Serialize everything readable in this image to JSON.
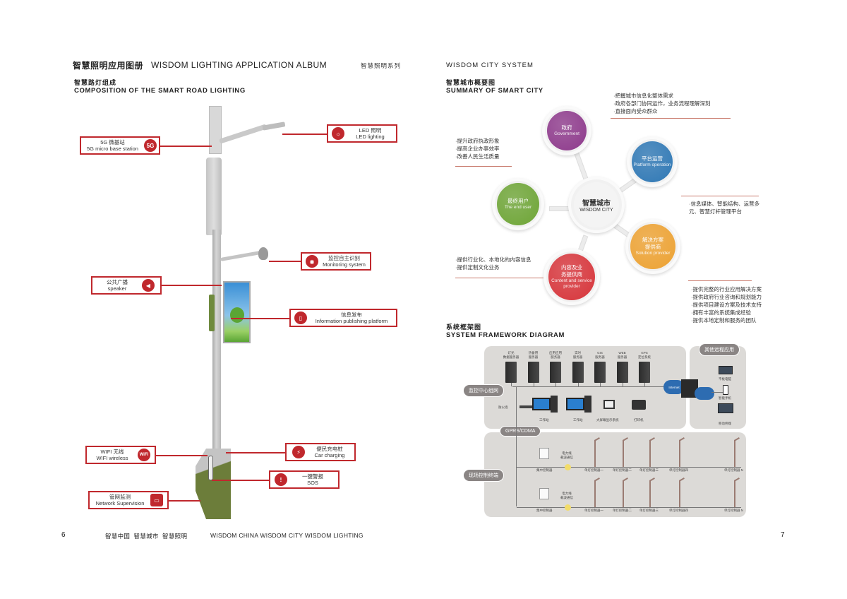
{
  "left_page": {
    "title_cn": "智慧照明应用图册",
    "title_en": "WISDOM LIGHTING APPLICATION ALBUM",
    "series": "智慧照明系列",
    "section_cn": "智慧路灯组成",
    "section_en": "COMPOSITION OF THE SMART ROAD LIGHTING",
    "callouts": [
      {
        "cn": "5G 微基站",
        "en": "5G micro base station",
        "icon": "5g-icon",
        "glyph": "5G"
      },
      {
        "cn": "LED 照明",
        "en": "LED lighting",
        "icon": "led-light-icon",
        "glyph": "☼"
      },
      {
        "cn": "监控自主识别",
        "en": "Monitoring system",
        "icon": "camera-icon",
        "glyph": "◉"
      },
      {
        "cn": "公共广播",
        "en": "speaker",
        "icon": "speaker-icon",
        "glyph": "◀"
      },
      {
        "cn": "信息发布",
        "en": "Information publishing platform",
        "icon": "screen-icon",
        "glyph": "▯"
      },
      {
        "cn": "WIFI 无线",
        "en": "WIFI wireless",
        "icon": "wifi-icon",
        "glyph": "WiFi"
      },
      {
        "cn": "便民充电桩",
        "en": "Car charging",
        "icon": "car-charging-icon",
        "glyph": "⚡"
      },
      {
        "cn": "一键警报",
        "en": "SOS",
        "icon": "alarm-icon",
        "glyph": "!"
      },
      {
        "cn": "管网监测",
        "en": "Network Supervision",
        "icon": "monitor-icon",
        "glyph": "▭"
      }
    ],
    "page_number": "6",
    "footer_cn": "智慧中国  智慧城市  智慧照明",
    "footer_en": "WISDOM CHINA WISDOM CITY WISDOM LIGHTING"
  },
  "right_page": {
    "title_en": "WISDOM CITY SYSTEM",
    "summary_cn": "智慧城市概要图",
    "summary_en": "SUMMARY OF SMART CITY",
    "center": {
      "cn": "智慧城市",
      "en": "WISDOM CITY"
    },
    "nodes": [
      {
        "id": "government",
        "cn": "政府",
        "en": "Government",
        "color": "#8e3a8c"
      },
      {
        "id": "platform",
        "cn": "平台运营",
        "en": "Platform operation",
        "color": "#2f78b5"
      },
      {
        "id": "end-user",
        "cn": "最终用户",
        "en": "The end user",
        "color": "#6ea536"
      },
      {
        "id": "solution",
        "cn": "解决方案\n提供商",
        "en": "Solution provider",
        "color": "#eda232"
      },
      {
        "id": "content",
        "cn": "内容及业\n务提供商",
        "en": "Content and service provider",
        "color": "#d7353b"
      }
    ],
    "notes": {
      "government": [
        "·把握城市信息化整体需求",
        "·政府各部门协同运作，业务流程理解深刻",
        "·直接面向受众群众"
      ],
      "end_user": [
        "·提升政府执政形象",
        "·提高企业办事效率",
        "·改善人民生活质量"
      ],
      "platform": [
        "·信息媒体、智能结构、运营多",
        "元、智慧灯杆管理平台"
      ],
      "content": [
        "·提供行业化、本地化的内容信息",
        "·提供定制文化业务"
      ],
      "solution": [
        "·提供完整的行业应用解决方案",
        "·提供政府行业咨询和规划能力",
        "·提供项目建设方案及技术支持",
        "·拥有丰富的系统集成经验",
        "·提供本地定制和服务的团队"
      ]
    },
    "framework_cn": "系统框架图",
    "framework_en": "SYSTEM FRAMEWORK DIAGRAM",
    "framework": {
      "monitor_center": "监控中心组网",
      "remote_apps": "其他远程应用",
      "field_control": "现场控制终端",
      "gprs": "GPRS/CDMA",
      "internet": "Internet",
      "servers": [
        "灯光\n数据服务器",
        "热备用\n服务器",
        "应用应用\n服务器",
        "实时\n服务器",
        "GIS\n服务器",
        "WEB\n服务器",
        "GPS\n定位系统"
      ],
      "devices": [
        "防火墙",
        "工作站",
        "工作站",
        "大屏幕显示系统",
        "打印机"
      ],
      "remote_devices": [
        "平板电脑",
        "智能手机",
        "移动终端"
      ],
      "concentrator": "集中控制器",
      "power_carrier": "电力线\n载波通信",
      "row_controllers": [
        "单灯控制器一",
        "单灯控制器二",
        "单灯控制器三",
        "单灯控制器四",
        "单灯控制器 N"
      ]
    },
    "page_number": "7"
  }
}
